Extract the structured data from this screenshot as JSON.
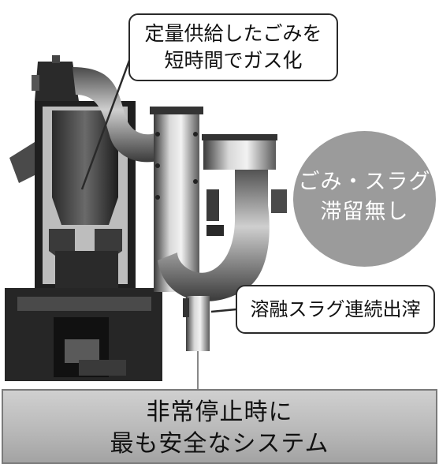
{
  "callouts": {
    "top": {
      "line1": "定量供給したごみを",
      "line2": "短時間でガス化"
    },
    "right": {
      "text": "溶融スラグ連続出滓"
    }
  },
  "circle": {
    "line1": "ごみ・スラグ",
    "line2": "滞留無し"
  },
  "banner": {
    "line1": "非常停止時に",
    "line2": "最も安全なシステム"
  },
  "colors": {
    "circle_fill": "#9b9b9b",
    "banner_fill": "#bdbdbd",
    "apparatus_dark": "#1a1a1a",
    "pipe_gray": "#9a9a9a"
  }
}
